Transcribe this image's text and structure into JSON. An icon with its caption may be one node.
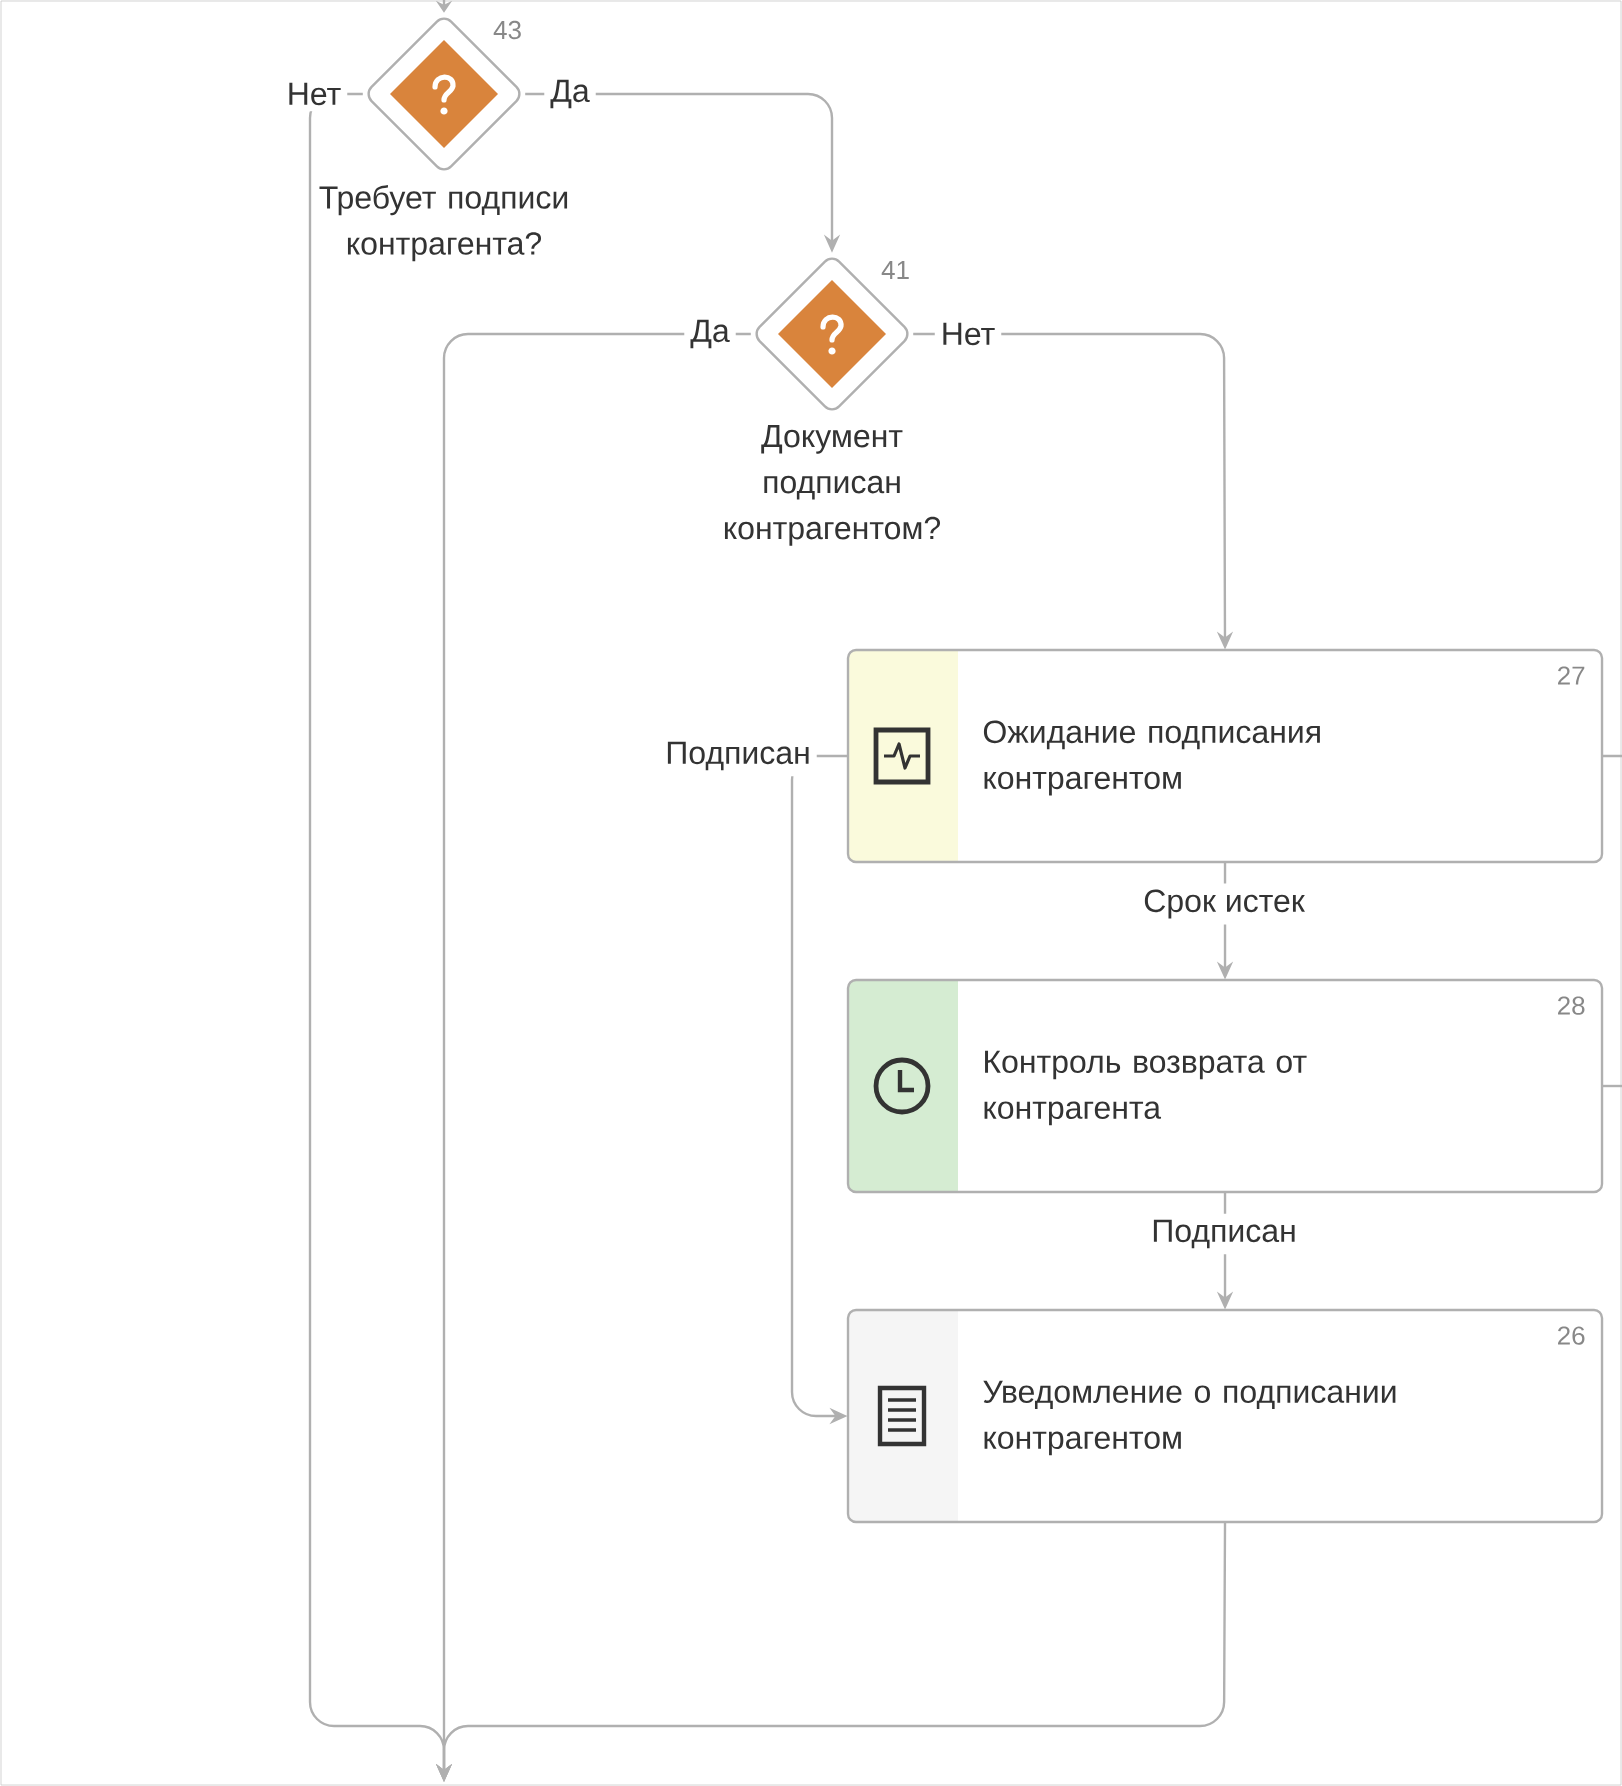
{
  "diagram": {
    "nodes": [
      {
        "text": [
          "Требует подписи контрагента?"
        ],
        "beside": [
          "43"
        ]
      },
      {
        "text": [
          "Документ подписан контрагентом?"
        ],
        "beside": [
          "41"
        ]
      },
      {
        "text": [
          "27",
          "Ожидание подписания контрагентом"
        ]
      },
      {
        "text": [
          "28",
          "Контроль возврата от контрагента"
        ]
      },
      {
        "text": [
          "26",
          "Уведомление о подписании контрагентом"
        ]
      }
    ],
    "edges": [
      {
        "from": null,
        "to": 0,
        "arrow": "to"
      },
      {
        "from": 0,
        "to": 1,
        "arrow": "to",
        "label": "Да"
      },
      {
        "from": 0,
        "to": null,
        "arrow": "to",
        "label": "Нет"
      },
      {
        "from": 1,
        "to": null,
        "arrow": "to",
        "label": "Да"
      },
      {
        "from": 1,
        "to": 2,
        "arrow": "to",
        "label": "Нет"
      },
      {
        "from": 2,
        "to": 3,
        "arrow": "to",
        "label": "Срок истек"
      },
      {
        "from": 2,
        "to": 4,
        "arrow": "to",
        "label": "Подписан"
      },
      {
        "from": 3,
        "to": 4,
        "arrow": "to",
        "label": "Подписан"
      },
      {
        "from": 4,
        "to": null,
        "arrow": "to"
      },
      {
        "from": 2,
        "to": null,
        "arrow": "none"
      },
      {
        "from": 3,
        "to": null,
        "arrow": "none"
      }
    ]
  }
}
